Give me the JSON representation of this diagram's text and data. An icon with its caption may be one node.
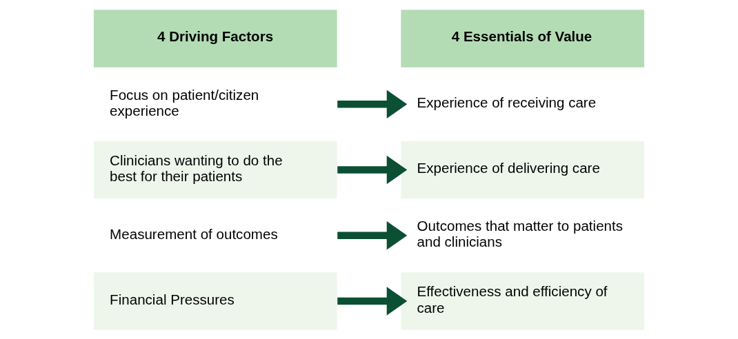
{
  "diagram": {
    "nodes": [
      {
        "text": [
          "4 Driving Factors"
        ]
      },
      {
        "text": [
          "4 Essentials of Value"
        ]
      },
      {
        "text": [
          "Focus on patient/citizen experience"
        ]
      },
      {
        "text": [
          "Experience of receiving care"
        ]
      },
      {
        "text": [
          "Clinicians wanting to do the best for their patients"
        ]
      },
      {
        "text": [
          "Experience of delivering care"
        ]
      },
      {
        "text": [
          "Measurement of outcomes"
        ]
      },
      {
        "text": [
          "Outcomes that matter to patients and clinicians"
        ]
      },
      {
        "text": [
          "Financial Pressures"
        ]
      },
      {
        "text": [
          "Effectiveness and efficiency of care"
        ]
      }
    ],
    "edges": [
      {
        "from": 2,
        "to": 3,
        "arrow": "to"
      },
      {
        "from": 4,
        "to": 5,
        "arrow": "to"
      },
      {
        "from": 6,
        "to": 7,
        "arrow": "to"
      },
      {
        "from": 8,
        "to": 9,
        "arrow": "to"
      }
    ]
  }
}
